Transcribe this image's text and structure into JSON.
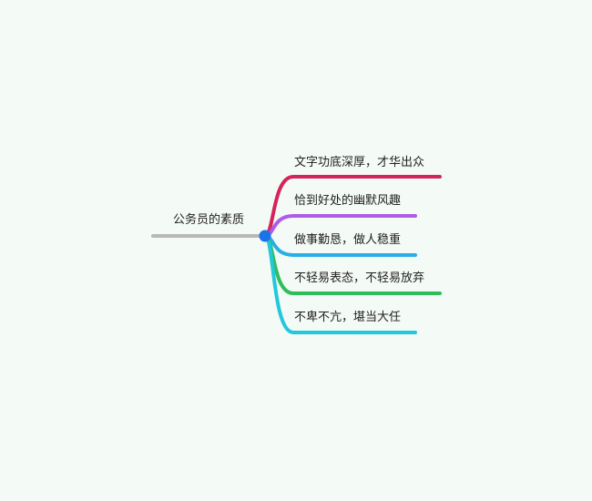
{
  "mindmap": {
    "root": {
      "label": "公务员的素质",
      "color": "#b8b8b8",
      "hub_color": "#1a73e8"
    },
    "branches": [
      {
        "label": "文字功底深厚，才华出众",
        "color": "#d4245c"
      },
      {
        "label": "恰到好处的幽默风趣",
        "color": "#b05ae8"
      },
      {
        "label": "做事勤恳，做人稳重",
        "color": "#2aaee8"
      },
      {
        "label": "不轻易表态，不轻易放弃",
        "color": "#2fbe5c"
      },
      {
        "label": "不卑不亢，堪当大任",
        "color": "#22c8dc"
      }
    ]
  }
}
